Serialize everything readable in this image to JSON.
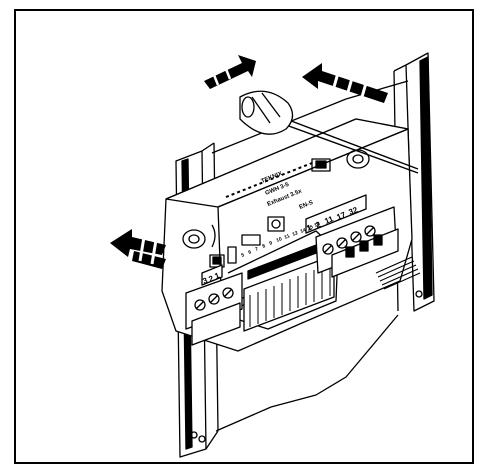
{
  "colors": {
    "line": "#000000",
    "background": "#ffffff"
  },
  "diagram": {
    "brand": "TEKNIX",
    "model": "GWH 3-5",
    "spec": "Exhaust 3.5x",
    "right_small_label": "EN-S",
    "terminals_left": [
      "3",
      "2",
      "1"
    ],
    "terminals_right": [
      "1",
      "2",
      "11",
      "17",
      "32"
    ],
    "terminal_strip": [
      "5",
      "6",
      "7",
      "8",
      "9",
      "10",
      "11",
      "12",
      "14",
      "15",
      "16"
    ]
  }
}
